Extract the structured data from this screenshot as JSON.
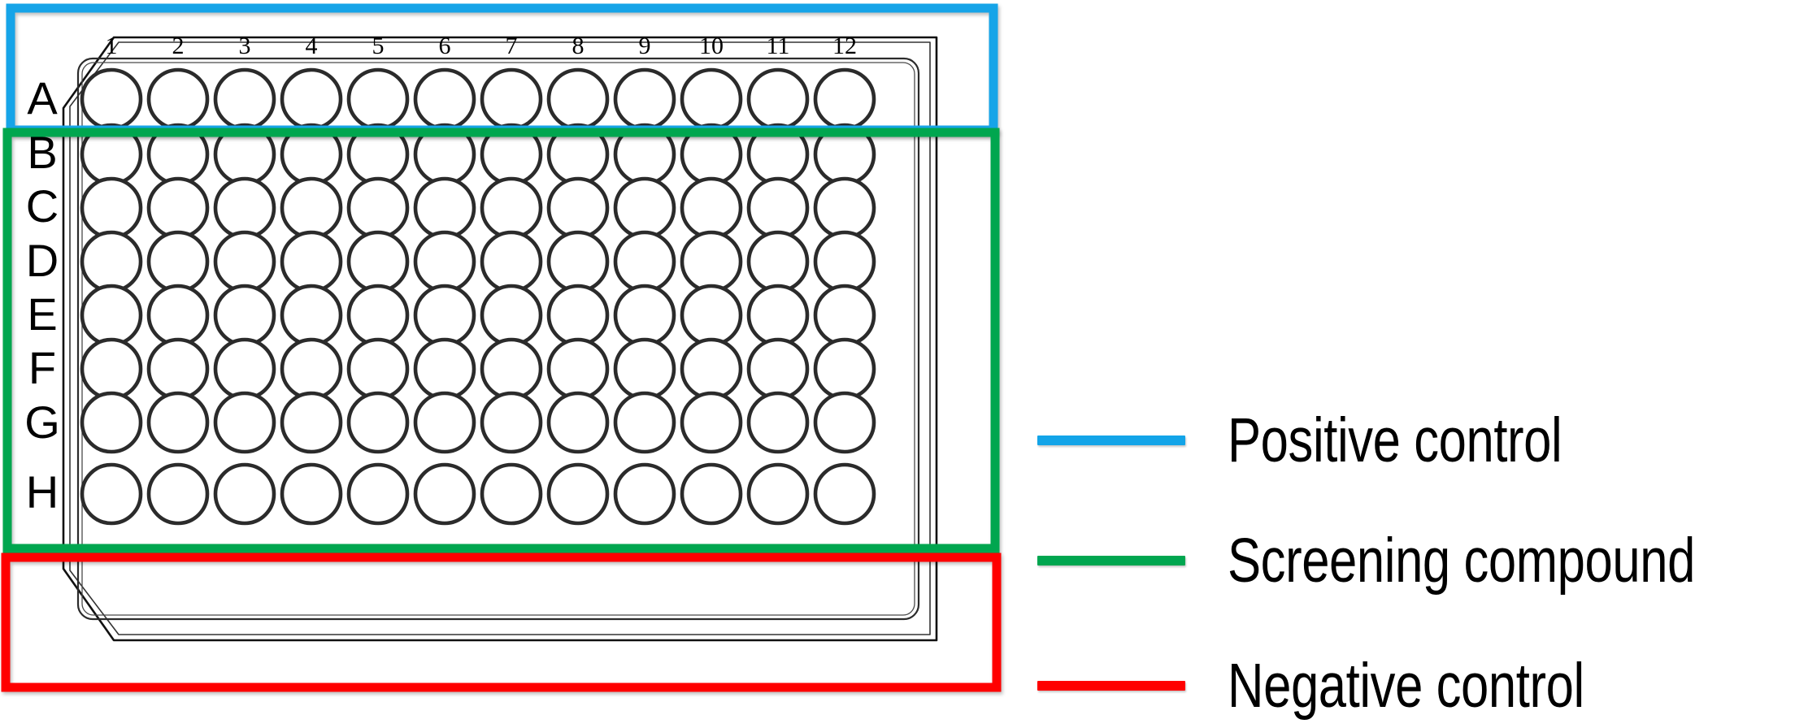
{
  "figure": {
    "kind": "96-well-microplate-layout",
    "background_color": "#ffffff"
  },
  "plate": {
    "name": "96-well plate",
    "rows": [
      "A",
      "B",
      "C",
      "D",
      "E",
      "F",
      "G",
      "H"
    ],
    "columns": [
      "1",
      "2",
      "3",
      "4",
      "5",
      "6",
      "7",
      "8",
      "9",
      "10",
      "11",
      "12"
    ],
    "well_count": 96,
    "well_outline_color": "#2b2b2b",
    "well_fill_color": "#ffffff",
    "frame_color": "#1a1a1a"
  },
  "annotations": {
    "boxes": [
      {
        "id": "positive-control-box",
        "label": "Positive control",
        "color": "#13A4E8",
        "covers_rows": [
          "A"
        ]
      },
      {
        "id": "screening-compound-box",
        "label": "Screening compound",
        "color": "#00A650",
        "covers_rows": [
          "B",
          "C",
          "D",
          "E",
          "F",
          "G"
        ]
      },
      {
        "id": "negative-control-box",
        "label": "Negative control",
        "color": "#FF0000",
        "covers_rows": [
          "H"
        ]
      }
    ]
  },
  "legend": {
    "items": [
      {
        "label": "Positive control",
        "color": "#13A4E8",
        "swatch": "line-swatch"
      },
      {
        "label": "Screening compound",
        "color": "#00A650",
        "swatch": "line-swatch"
      },
      {
        "label": "Negative control",
        "color": "#FF0000",
        "swatch": "line-swatch"
      }
    ]
  },
  "chart_data": {
    "type": "heatmap",
    "title": "",
    "xlabel": "",
    "ylabel": "",
    "categories": [
      "1",
      "2",
      "3",
      "4",
      "5",
      "6",
      "7",
      "8",
      "9",
      "10",
      "11",
      "12"
    ],
    "rows": [
      "A",
      "B",
      "C",
      "D",
      "E",
      "F",
      "G",
      "H"
    ],
    "legend_position": "right",
    "grid": false,
    "series": [
      {
        "name": "Positive control",
        "values": [
          "A1",
          "A2",
          "A3",
          "A4",
          "A5",
          "A6",
          "A7",
          "A8",
          "A9",
          "A10",
          "A11",
          "A12"
        ]
      },
      {
        "name": "Screening compound",
        "values": [
          "B1-B12",
          "C1-C12",
          "D1-D12",
          "E1-E12",
          "F1-F12",
          "G1-G12"
        ]
      },
      {
        "name": "Negative control",
        "values": [
          "H1",
          "H2",
          "H3",
          "H4",
          "H5",
          "H6",
          "H7",
          "H8",
          "H9",
          "H10",
          "H11",
          "H12"
        ]
      }
    ]
  }
}
